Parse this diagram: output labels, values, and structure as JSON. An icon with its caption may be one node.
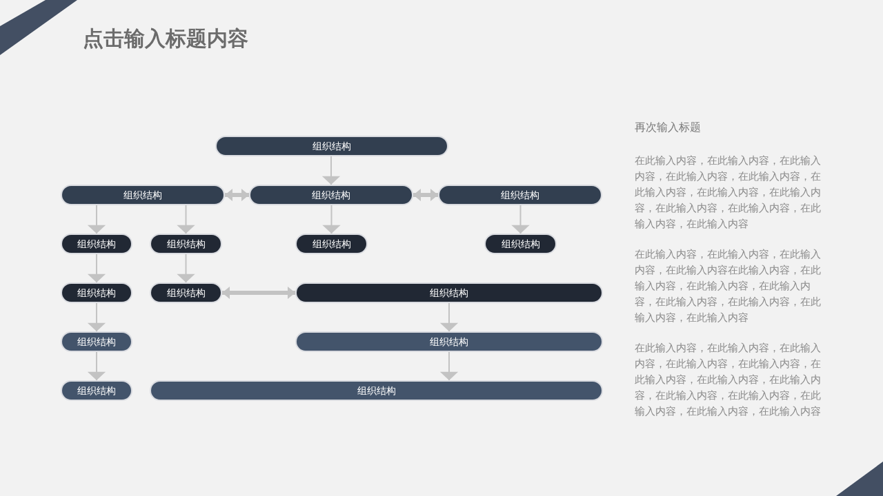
{
  "diagram": {
    "title": "点击输入标题内容",
    "nodes": [
      {
        "text": [
          "组织结构"
        ]
      },
      {
        "text": [
          "组织结构"
        ]
      },
      {
        "text": [
          "组织结构"
        ]
      },
      {
        "text": [
          "组织结构"
        ]
      },
      {
        "text": [
          "组织结构"
        ]
      },
      {
        "text": [
          "组织结构"
        ]
      },
      {
        "text": [
          "组织结构"
        ]
      },
      {
        "text": [
          "组织结构"
        ]
      },
      {
        "text": [
          "组织结构"
        ]
      },
      {
        "text": [
          "组织结构"
        ]
      },
      {
        "text": [
          "组织结构"
        ]
      },
      {
        "text": [
          "组织结构"
        ]
      },
      {
        "text": [
          "组织结构"
        ]
      },
      {
        "text": [
          "组织结构"
        ]
      },
      {
        "text": [
          "组织结构"
        ]
      }
    ],
    "edges": [
      {
        "from": 0,
        "to": 2,
        "arrow": "to"
      },
      {
        "from": 1,
        "to": 2,
        "arrow": "both",
        "style": "thick"
      },
      {
        "from": 2,
        "to": 3,
        "arrow": "both",
        "style": "thick"
      },
      {
        "from": 1,
        "to": 4,
        "arrow": "to"
      },
      {
        "from": 1,
        "to": 5,
        "arrow": "to"
      },
      {
        "from": 2,
        "to": 6,
        "arrow": "to"
      },
      {
        "from": 3,
        "to": 7,
        "arrow": "to"
      },
      {
        "from": 4,
        "to": 8,
        "arrow": "to"
      },
      {
        "from": 5,
        "to": 9,
        "arrow": "to"
      },
      {
        "from": 9,
        "to": 10,
        "arrow": "both",
        "style": "thick"
      },
      {
        "from": 8,
        "to": 11,
        "arrow": "to"
      },
      {
        "from": 10,
        "to": 12,
        "arrow": "to"
      },
      {
        "from": 11,
        "to": 13,
        "arrow": "to"
      },
      {
        "from": 12,
        "to": 14,
        "arrow": "to"
      }
    ],
    "labels": [
      "再次输入标题",
      "在此输入内容，在此输入内容，在此输入内容，在此输入内容，在此输入内容，在此输入内容，在此输入内容，在此输入内容，在此输入内容，在此输入内容，在此输入内容，在此输入内容",
      "在此输入内容，在此输入内容，在此输入内容，在此输入内容在此输入内容，在此输入内容，在此输入内容，在此输入内容，在此输入内容，在此输入内容，在此输入内容，在此输入内容",
      "在此输入内容，在此输入内容，在此输入内容，在此输入内容，在此输入内容，在此输入内容，在此输入内容，在此输入内容，在此输入内容，在此输入内容，在此输入内容，在此输入内容，在此输入内容"
    ]
  }
}
